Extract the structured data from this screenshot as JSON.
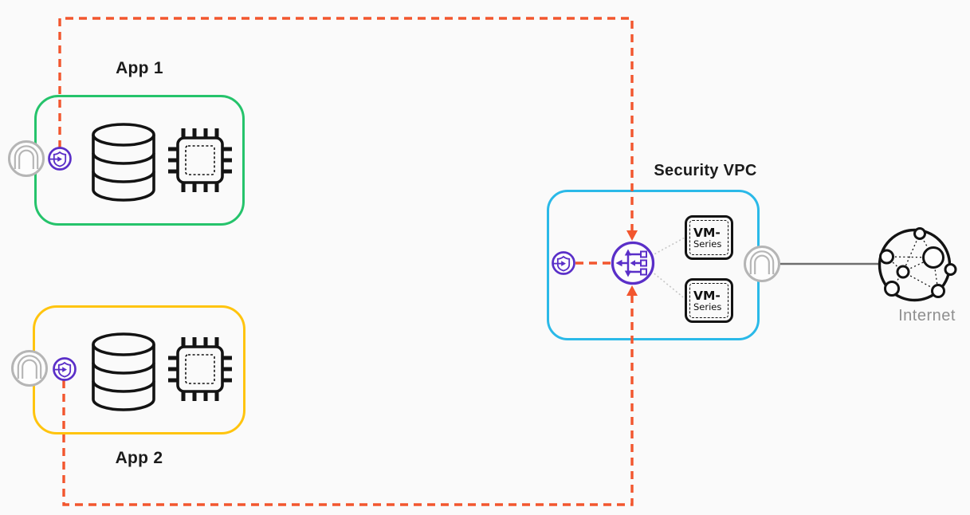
{
  "colors": {
    "background": "#fafafa",
    "app1_border": "#25c36b",
    "app2_border": "#ffc40e",
    "security_border": "#2ab9e8",
    "traffic_dash": "#f2562e",
    "purple": "#5a2fc8",
    "icon_gray": "#b5b5b5",
    "ink": "#1b1b1b",
    "ink_strong": "#131313",
    "text_gray": "#8f8f8f",
    "connector_gray": "#c6c6c6",
    "internet_line": "#6e6e6e"
  },
  "app1": {
    "label": "App 1"
  },
  "app2": {
    "label": "App 2"
  },
  "security_vpc": {
    "label": "Security VPC",
    "vm_series": [
      {
        "line1": "VM-",
        "line2": "Series"
      },
      {
        "line1": "VM-",
        "line2": "Series"
      }
    ]
  },
  "internet": {
    "label": "Internet"
  },
  "icons": [
    "database-icon",
    "chip-icon",
    "network-interface-icon",
    "endpoint-icon",
    "gateway-load-balancer-icon",
    "internet-globe-icon"
  ]
}
